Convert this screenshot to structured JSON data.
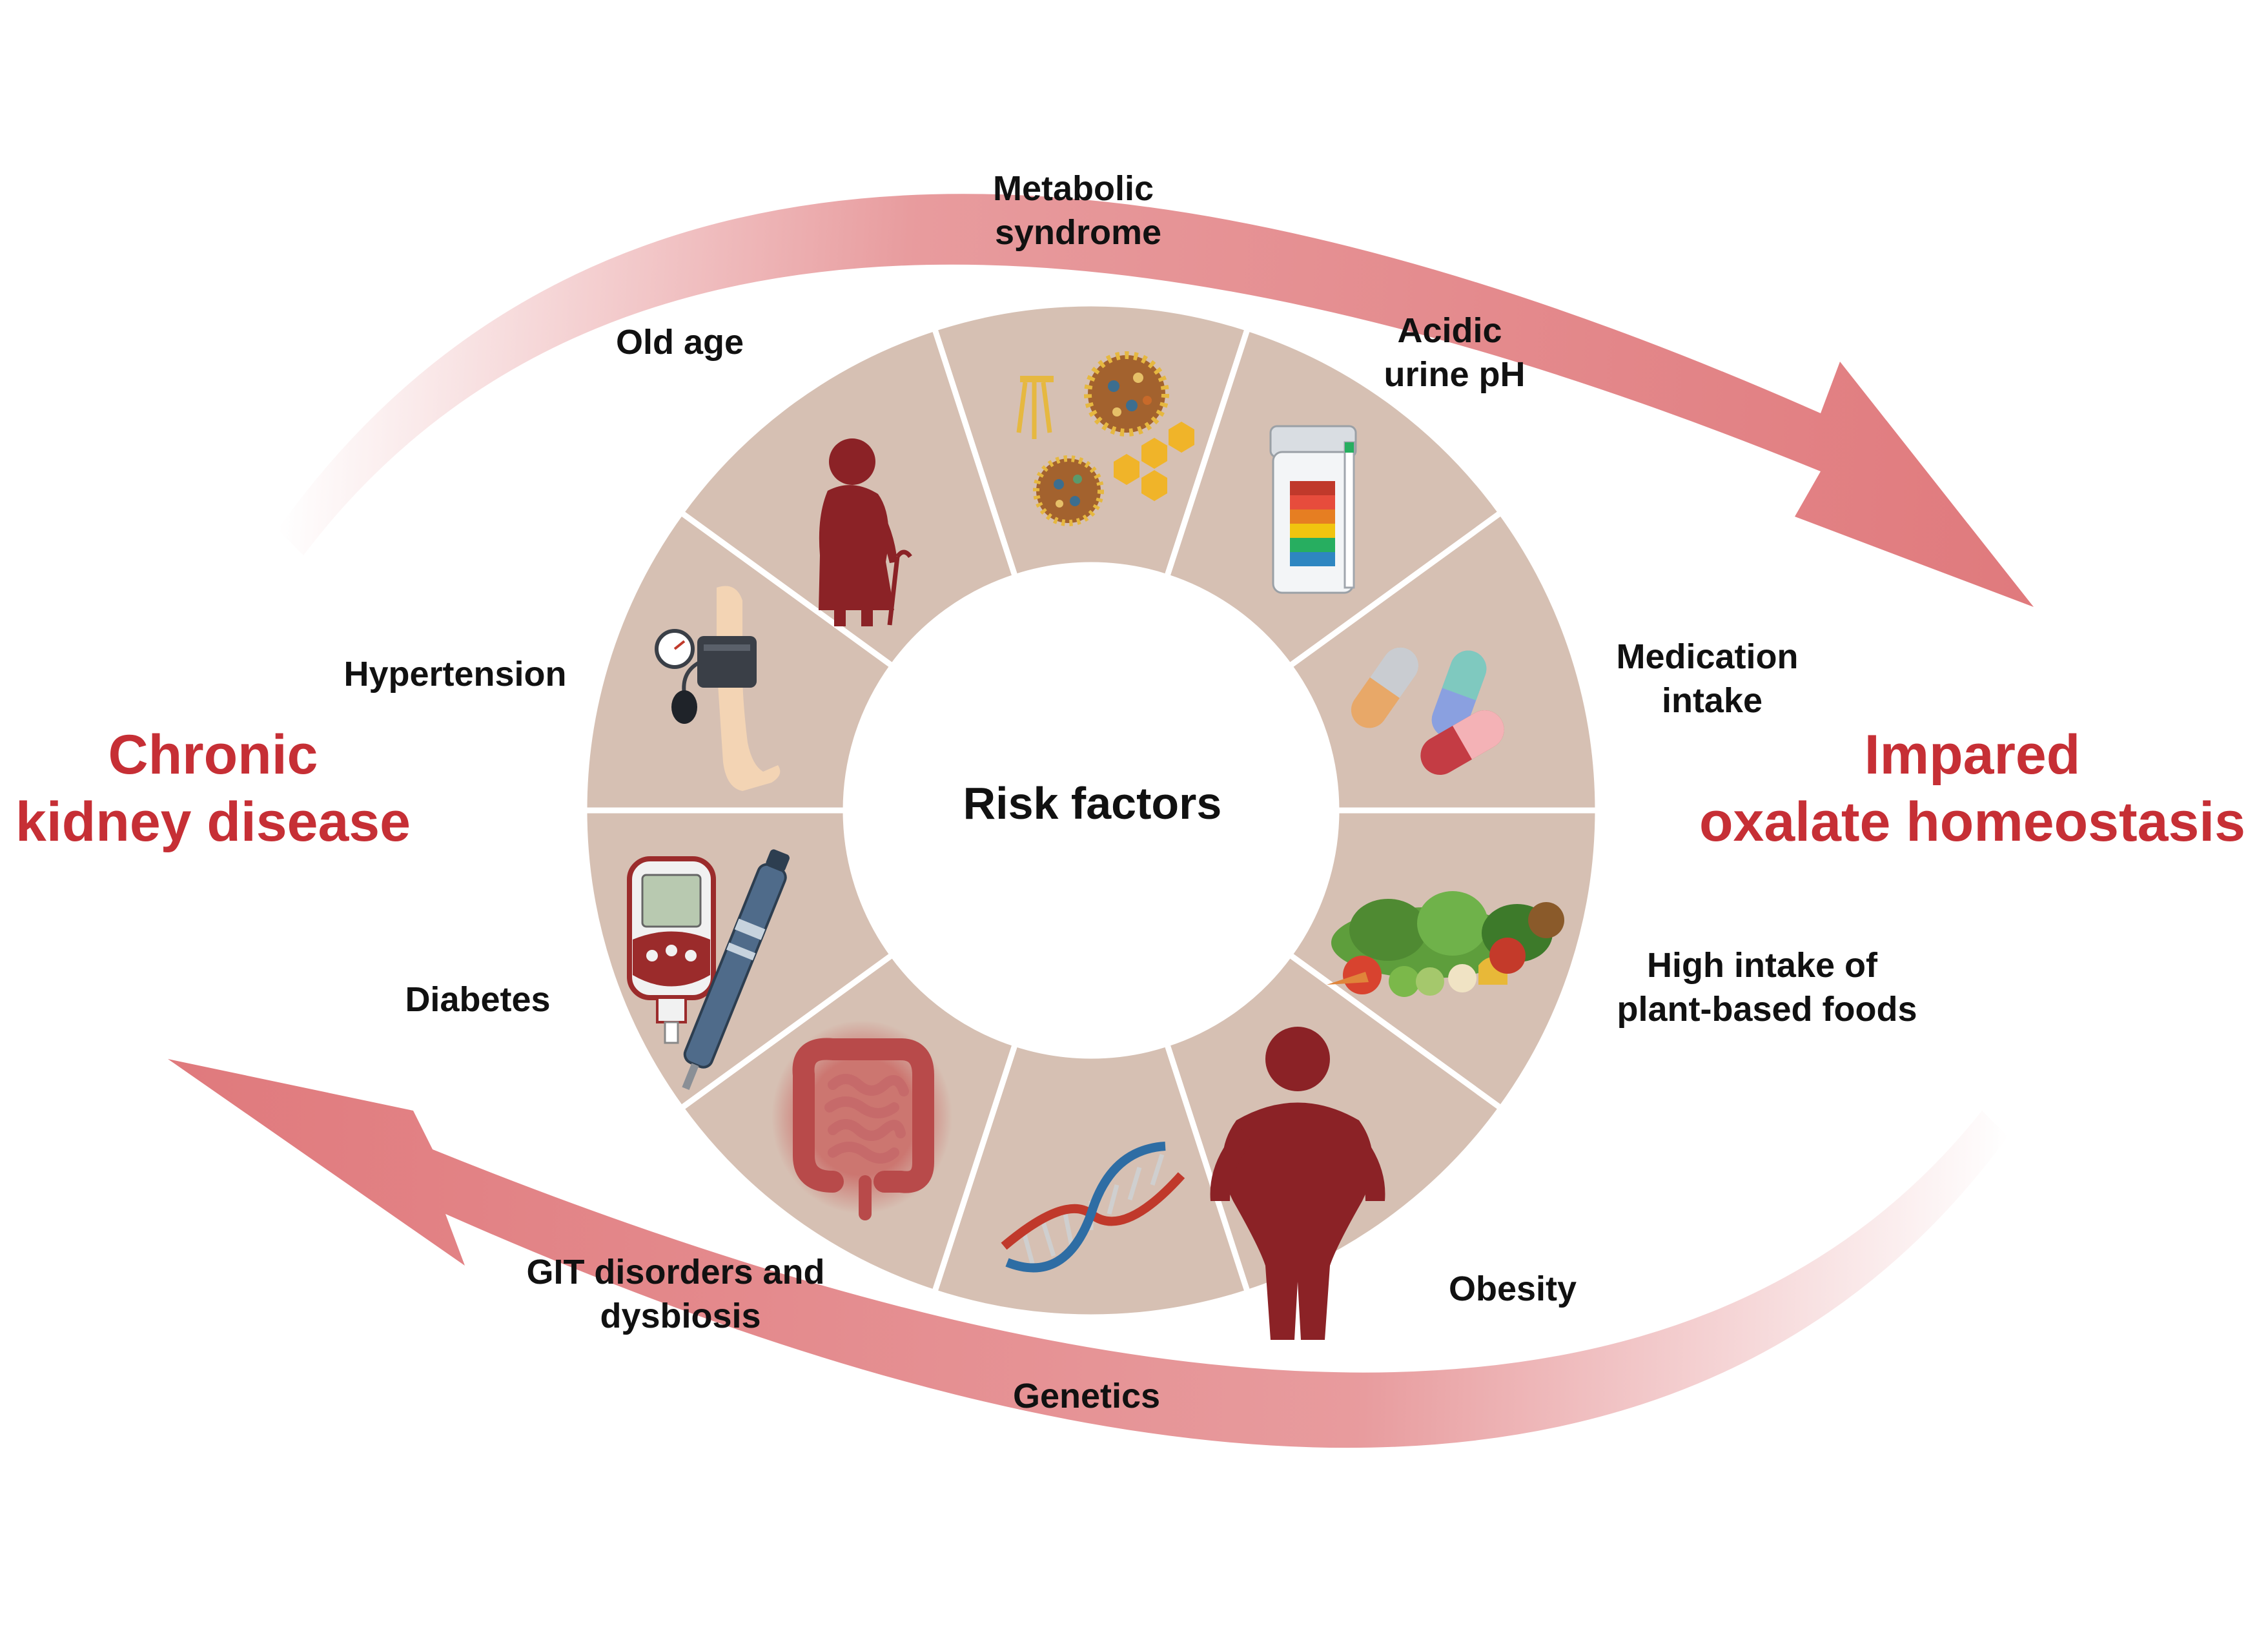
{
  "center": {
    "title": "Risk factors"
  },
  "left_title": {
    "line1": "Chronic",
    "line2": "kidney disease"
  },
  "right_title": {
    "line1": "Impared",
    "line2": "oxalate homeostasis"
  },
  "factors": [
    {
      "line1": "Metabolic",
      "line2": "syndrome",
      "icon": "lipoprotein-particles-icon"
    },
    {
      "line1": "Acidic",
      "line2": "urine pH",
      "icon": "ph-test-strip-icon"
    },
    {
      "line1": "Medication",
      "line2": "intake",
      "icon": "capsules-icon"
    },
    {
      "line1": "High intake of",
      "line2": "plant-based foods",
      "icon": "vegetables-icon"
    },
    {
      "line1": "Obesity",
      "line2": "",
      "icon": "obese-person-icon"
    },
    {
      "line1": "Genetics",
      "line2": "",
      "icon": "dna-helix-icon"
    },
    {
      "line1": "GIT disorders and",
      "line2": "dysbiosis",
      "icon": "intestine-icon"
    },
    {
      "line1": "Diabetes",
      "line2": "",
      "icon": "glucometer-insulin-pen-icon"
    },
    {
      "line1": "Hypertension",
      "line2": "",
      "icon": "blood-pressure-cuff-icon"
    },
    {
      "line1": "Old age",
      "line2": "",
      "icon": "elderly-person-icon"
    }
  ],
  "colors": {
    "arrow": "#e07a7d",
    "title_red": "#c62f35",
    "segment": "#d6c0b3",
    "divider": "#ffffff"
  }
}
